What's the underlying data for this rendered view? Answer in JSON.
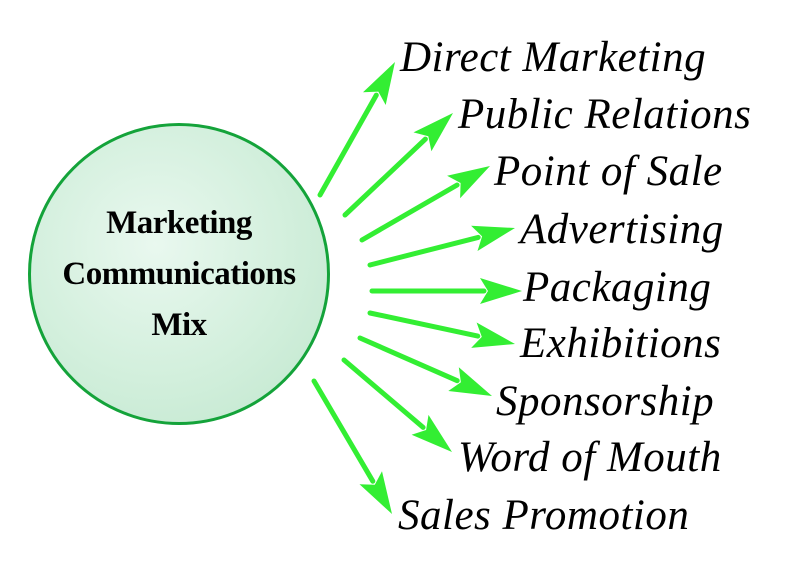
{
  "diagram": {
    "hub": {
      "lines": [
        "Marketing",
        "Communications",
        "Mix"
      ],
      "fill_color": "#d2efdc",
      "border_color": "#14a33a"
    },
    "arrow_color": "#33ee33",
    "items": [
      {
        "label": "Direct Marketing"
      },
      {
        "label": "Public Relations"
      },
      {
        "label": "Point of Sale"
      },
      {
        "label": "Advertising"
      },
      {
        "label": "Packaging"
      },
      {
        "label": "Exhibitions"
      },
      {
        "label": "Sponsorship"
      },
      {
        "label": "Word of Mouth"
      },
      {
        "label": "Sales Promotion"
      }
    ]
  }
}
